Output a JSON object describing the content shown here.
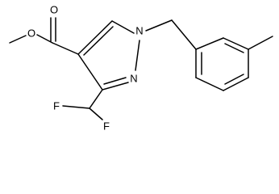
{
  "molecule": {
    "labels": {
      "ester_oxygen_carbonyl": "O",
      "ester_oxygen_ether": "O",
      "pyrazole_n1": "N",
      "pyrazole_n2": "N",
      "fluorine_left": "F",
      "fluorine_right": "F"
    },
    "colors": {
      "bond": "#000000",
      "label": "#000000",
      "background": "#ffffff"
    }
  }
}
